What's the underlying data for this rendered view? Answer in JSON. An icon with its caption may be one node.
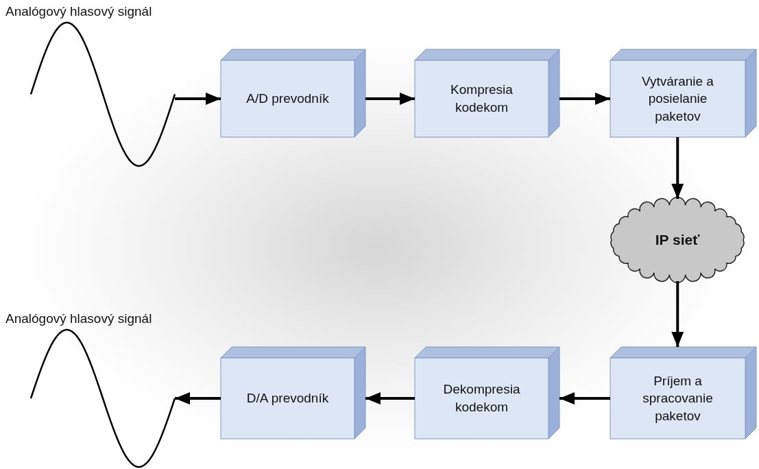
{
  "diagram": {
    "nodes": [
      {
        "text": [],
        "shape": "picture",
        "beside": [
          "Analógový hlasový signál"
        ]
      },
      {
        "text": [
          "A/D prevodník"
        ]
      },
      {
        "text": [
          "Kompresia kodekom"
        ]
      },
      {
        "text": [
          "Vytváranie a posielanie paketov"
        ]
      },
      {
        "text": [
          "IP sieť"
        ]
      },
      {
        "text": [
          "Príjem a spracovanie paketov"
        ]
      },
      {
        "text": [
          "Dekompresia kodekom"
        ]
      },
      {
        "text": [
          "D/A prevodník"
        ]
      },
      {
        "text": [],
        "shape": "picture",
        "beside": [
          "Analógový hlasový signál"
        ]
      }
    ],
    "edges": [
      {
        "from": 0,
        "to": 1,
        "arrow": "to"
      },
      {
        "from": 1,
        "to": 2,
        "arrow": "to"
      },
      {
        "from": 2,
        "to": 3,
        "arrow": "to"
      },
      {
        "from": 3,
        "to": 4,
        "arrow": "to"
      },
      {
        "from": 4,
        "to": 5,
        "arrow": "to"
      },
      {
        "from": 5,
        "to": 6,
        "arrow": "to"
      },
      {
        "from": 6,
        "to": 7,
        "arrow": "to"
      },
      {
        "from": 7,
        "to": 8,
        "arrow": "to"
      }
    ]
  }
}
